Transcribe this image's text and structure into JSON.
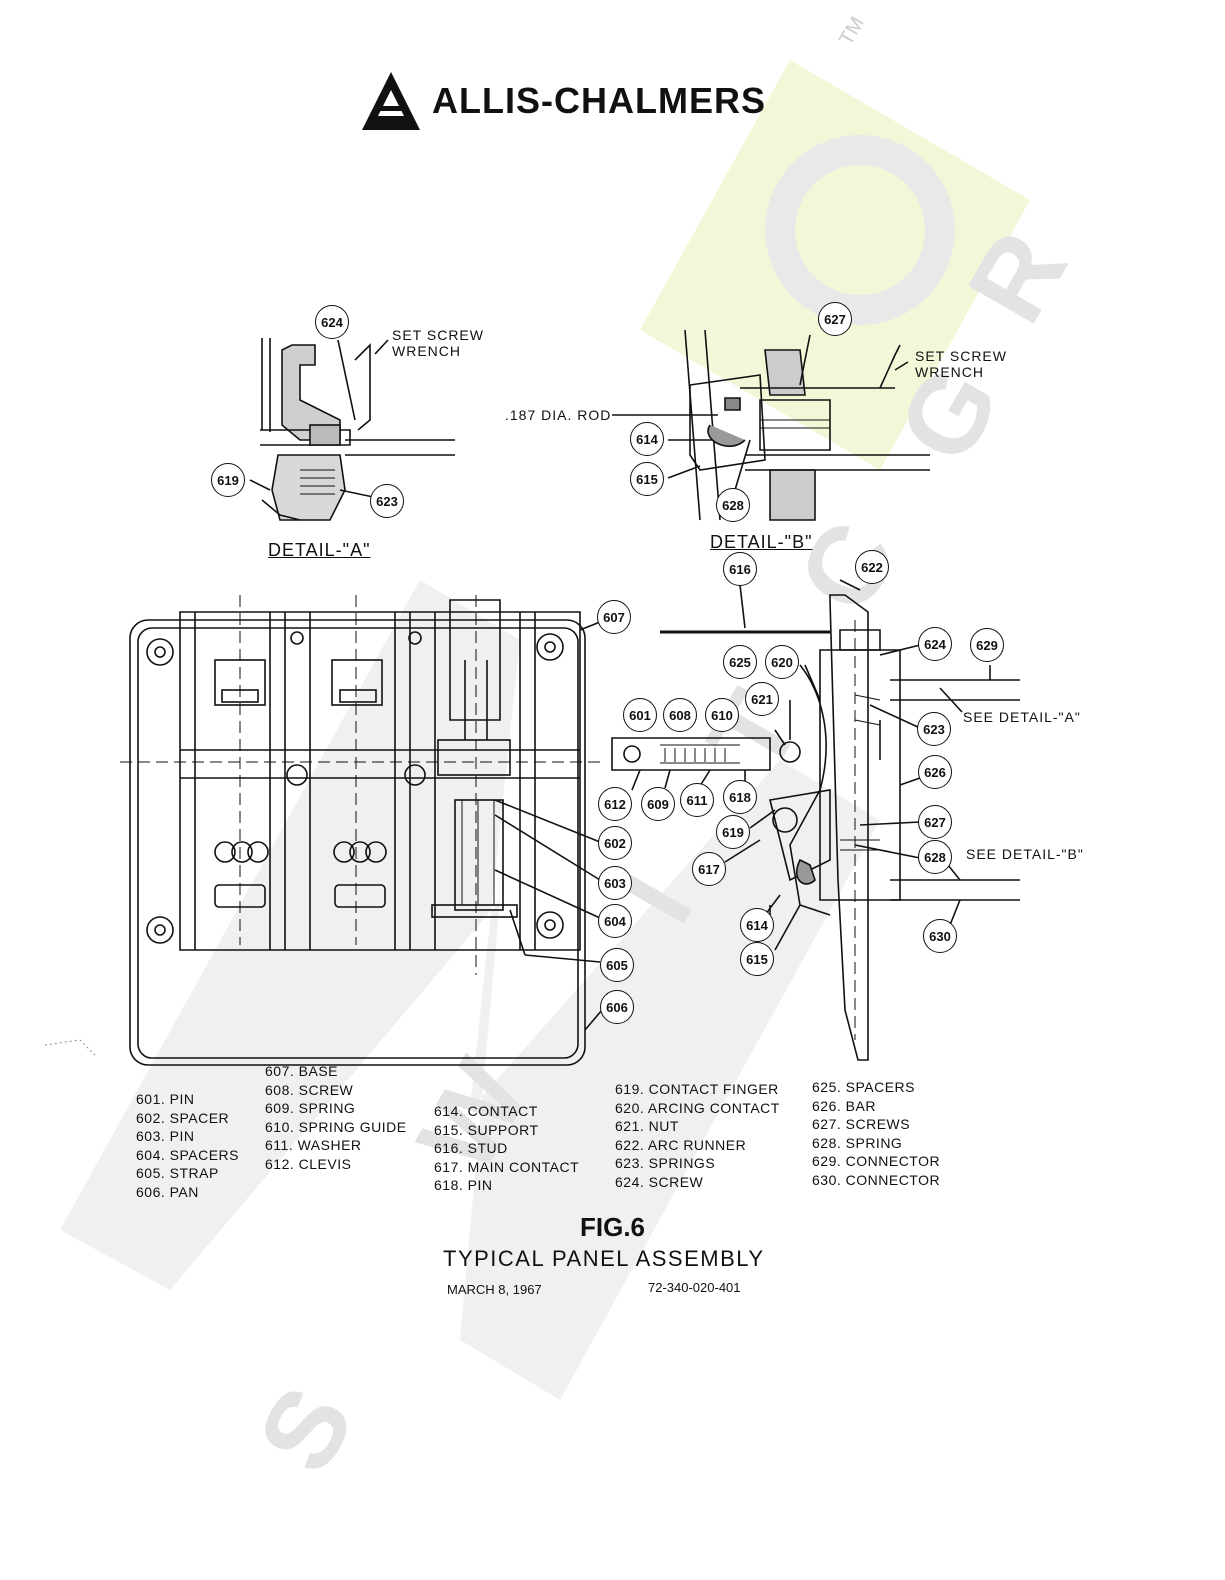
{
  "header": {
    "brand_name": "ALLIS-CHALMERS",
    "trademark": "TM"
  },
  "details": {
    "a_title": "DETAIL-\"A\"",
    "b_title": "DETAIL-\"B\"",
    "a_note": "SET SCREW\nWRENCH",
    "b_note": "SET SCREW\nWRENCH",
    "rod_note": ".187 DIA. ROD"
  },
  "notes": {
    "see_a": "SEE DETAIL-\"A\"",
    "see_b": "SEE DETAIL-\"B\""
  },
  "callouts": {
    "d_a_624": "624",
    "d_a_619": "619",
    "d_a_623": "623",
    "d_b_627": "627",
    "d_b_614": "614",
    "d_b_615": "615",
    "d_b_628": "628",
    "c_616": "616",
    "c_622": "622",
    "c_607": "607",
    "c_624": "624",
    "c_629": "629",
    "c_625": "625",
    "c_620": "620",
    "c_621": "621",
    "c_623": "623",
    "c_601": "601",
    "c_608": "608",
    "c_610": "610",
    "c_626": "626",
    "c_612": "612",
    "c_609": "609",
    "c_611": "611",
    "c_618": "618",
    "c_627": "627",
    "c_619": "619",
    "c_602": "602",
    "c_628": "628",
    "c_603": "603",
    "c_617": "617",
    "c_604": "604",
    "c_614": "614",
    "c_630": "630",
    "c_615": "615",
    "c_605": "605",
    "c_606": "606"
  },
  "legend": {
    "col1": [
      "601. PIN",
      "602. SPACER",
      "603. PIN",
      "604. SPACERS",
      "605. STRAP",
      "606. PAN"
    ],
    "col2": [
      "607. BASE",
      "608. SCREW",
      "609. SPRING",
      "610. SPRING GUIDE",
      "611. WASHER",
      "612. CLEVIS"
    ],
    "col3": [
      "614. CONTACT",
      "615. SUPPORT",
      "616. STUD",
      "617. MAIN CONTACT",
      "618. PIN"
    ],
    "col4": [
      "619. CONTACT FINGER",
      "620. ARCING CONTACT",
      "621. NUT",
      "622. ARC RUNNER",
      "623. SPRINGS",
      "624. SCREW"
    ],
    "col5": [
      "625. SPACERS",
      "626. BAR",
      "627. SCREWS",
      "628. SPRING",
      "629. CONNECTOR",
      "630. CONNECTOR"
    ]
  },
  "figure": {
    "title": "FIG.6",
    "subtitle": "TYPICAL PANEL ASSEMBLY",
    "date": "MARCH 8, 1967",
    "drawing_number": "72-340-020-401"
  },
  "colors": {
    "ink": "#111111",
    "watermark": "#e6e6e6",
    "watermark_accent": "#f3f7d8"
  }
}
